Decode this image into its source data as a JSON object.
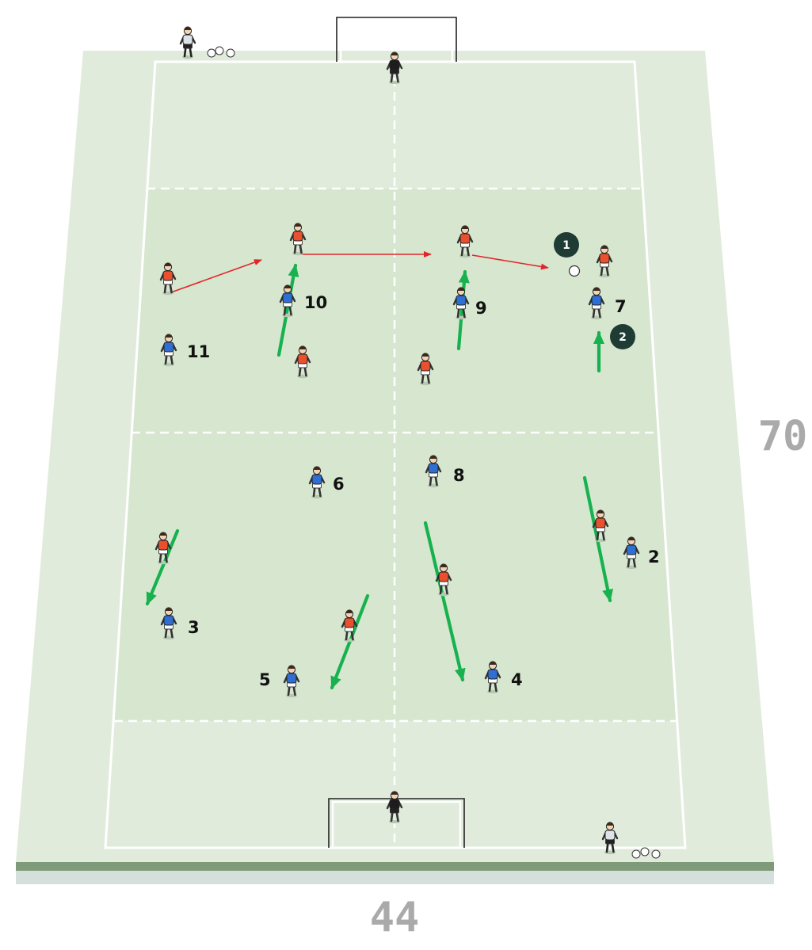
{
  "colors": {
    "grass": "#e1ebdc",
    "grass_zone": "#d6e6cf",
    "lines": "#ffffff",
    "base_edge": "#7f9a78",
    "base_shadow": "#d5e0dc",
    "team_red": "#e8502e",
    "team_blue": "#2f6fd3",
    "goalkeeper": "#1d1d1d",
    "pass_arrow": "#e0262a",
    "run_arrow": "#17b24f",
    "badge": "#1e3b34",
    "dimension_text": "#a9aaa9"
  },
  "dimensions": {
    "length": "70",
    "width": "44"
  },
  "badges": [
    {
      "label": "1"
    },
    {
      "label": "2"
    }
  ],
  "blue_numbers": {
    "p2": "2",
    "p3": "3",
    "p4": "4",
    "p5": "5",
    "p6": "6",
    "p7": "7",
    "p8": "8",
    "p9": "9",
    "p10": "10",
    "p11": "11"
  },
  "icons": {
    "player": "player-figure-icon",
    "ball": "ball-icon",
    "goal": "goal-frame-icon",
    "coach": "coach-icon",
    "ball_pile": "ball-pile-icon"
  }
}
